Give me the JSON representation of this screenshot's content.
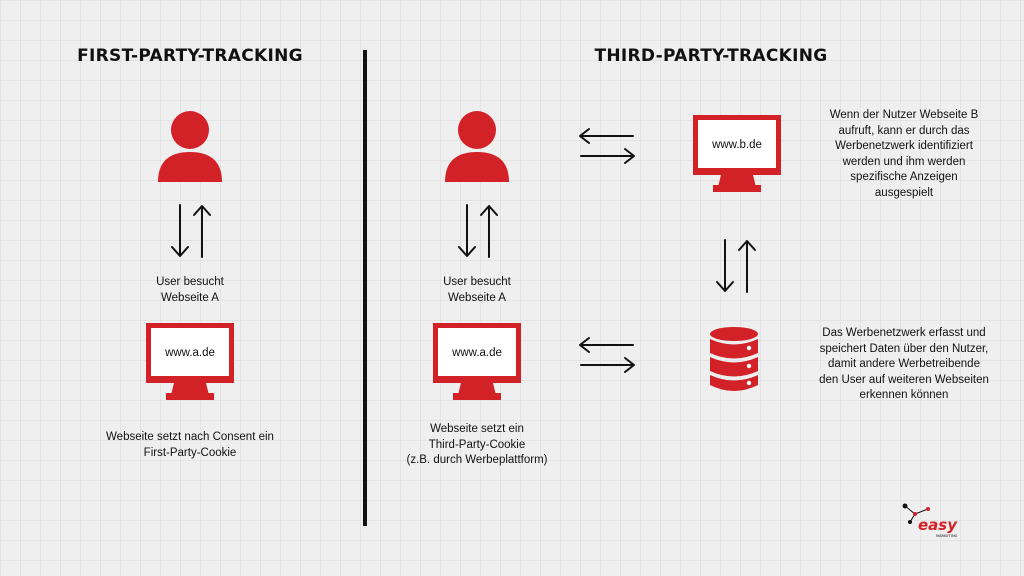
{
  "left": {
    "title": "FIRST-PARTY-TRACKING",
    "user_caption": [
      "User besucht",
      "Webseite A"
    ],
    "monitor_url": "www.a.de",
    "result_caption": [
      "Webseite setzt nach Consent ein",
      "First-Party-Cookie"
    ]
  },
  "right": {
    "title": "THIRD-PARTY-TRACKING",
    "user_caption": [
      "User besucht",
      "Webseite A"
    ],
    "monitor_a_url": "www.a.de",
    "monitor_b_url": "www.b.de",
    "result_caption": [
      "Webseite setzt ein",
      "Third-Party-Cookie",
      "(z.B. durch Werbeplattform)"
    ],
    "b_caption": [
      "Wenn der Nutzer Webseite B",
      "aufruft, kann er durch das",
      "Werbenetzwerk identifiziert",
      "werden und ihm werden",
      "spezifische Anzeigen",
      "ausgespielt"
    ],
    "db_caption": [
      "Das Werbenetzwerk erfasst und",
      "speichert Daten über den Nutzer,",
      "damit andere Werbetreibende",
      "den User auf weiteren Webseiten",
      "erkennen können"
    ]
  },
  "logo": {
    "word": "easy",
    "sub": "MARKETING"
  },
  "colors": {
    "accent": "#d32128",
    "ink": "#111111",
    "background": "#efefef"
  }
}
